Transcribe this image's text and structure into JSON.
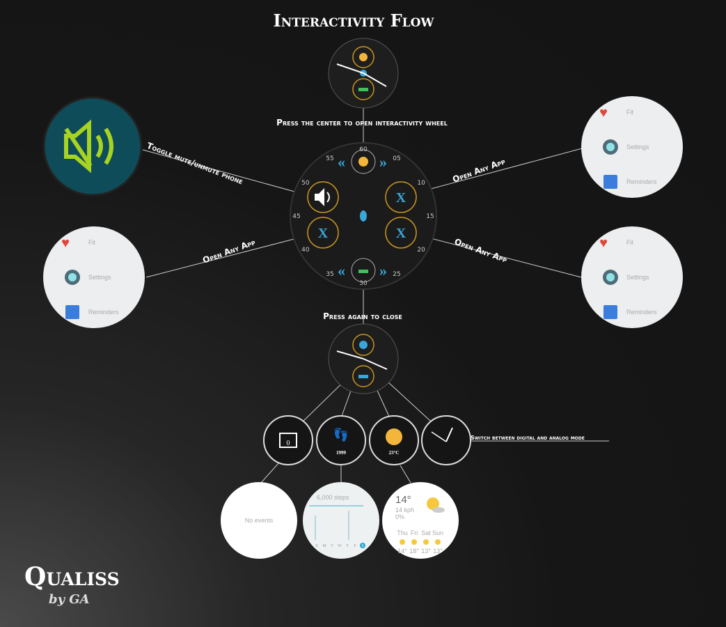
{
  "title": "Interactivity Flow",
  "steps": {
    "open": "Press the center to open interactivity wheel",
    "close": "Press again to close",
    "mute": "Toggle mute/unmute phone",
    "open_app_right_top": "Open Any App",
    "open_app_left": "Open Any App",
    "open_app_right_bottom": "Open Any App",
    "switch_mode": "Switch between digital and analog mode"
  },
  "wheel_ticks": [
    "60",
    "05",
    "10",
    "15",
    "20",
    "25",
    "30",
    "35",
    "40",
    "45",
    "50",
    "55"
  ],
  "app_list": [
    {
      "label": "Fit",
      "icon": "heart-icon"
    },
    {
      "label": "Settings",
      "icon": "gear-icon"
    },
    {
      "label": "Reminders",
      "icon": "reminder-icon"
    }
  ],
  "complications": {
    "calendar_value": "0",
    "steps_value": "1999",
    "weather_value": "23°C"
  },
  "cards": {
    "calendar": "No events",
    "steps_header": "6,000 steps",
    "steps_days": [
      "S",
      "M",
      "T",
      "W",
      "T",
      "F",
      "S"
    ],
    "weather_temp": "14°",
    "weather_wind": "14 kph",
    "weather_rain": "0%",
    "forecast": [
      {
        "day": "Thu",
        "temp": "14°"
      },
      {
        "day": "Fri",
        "temp": "18°"
      },
      {
        "day": "Sat",
        "temp": "13°"
      },
      {
        "day": "Sun",
        "temp": "13°"
      }
    ]
  },
  "brand": {
    "name": "Qualiss",
    "byline": "by GA"
  },
  "colors": {
    "accent_blue": "#3aa7d9",
    "gold": "#c8961e",
    "mute_green": "#a7d321",
    "mute_bg": "#0f4c5a"
  }
}
